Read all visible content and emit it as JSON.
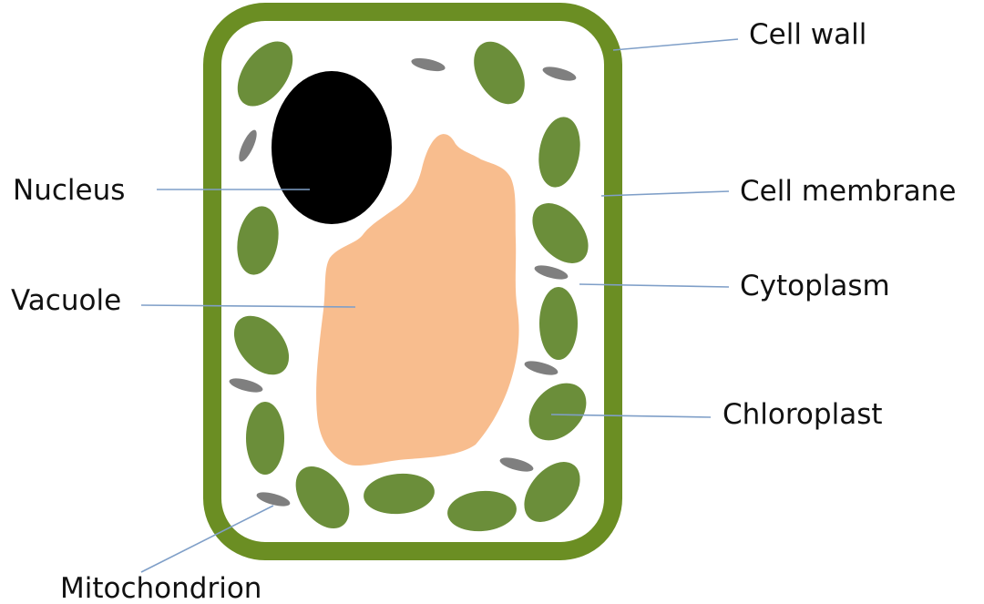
{
  "diagram": {
    "labels": {
      "cell_wall": "Cell wall",
      "cell_membrane": "Cell membrane",
      "cytoplasm": "Cytoplasm",
      "chloroplast": "Chloroplast",
      "nucleus": "Nucleus",
      "vacuole": "Vacuole",
      "mitochondrion": "Mitochondrion"
    },
    "colors": {
      "cell_wall": "#6b8e23",
      "chloroplast": "#6b8e3a",
      "nucleus": "#000000",
      "vacuole": "#f8bd8e",
      "mitochondrion": "#7f7f7f",
      "leader_line": "#7f9fc8"
    }
  }
}
